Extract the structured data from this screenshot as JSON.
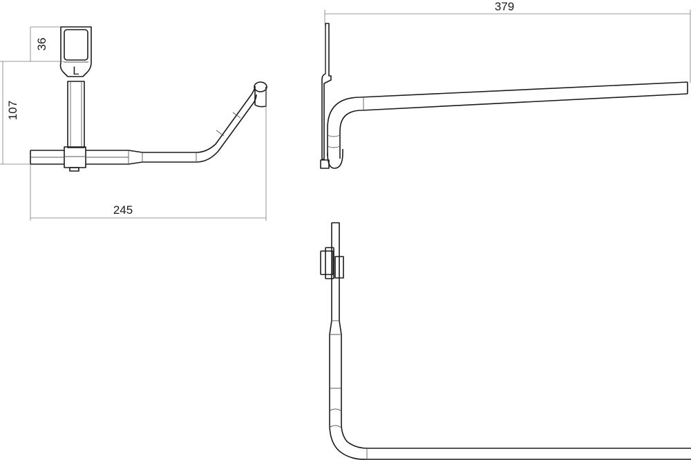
{
  "drawing": {
    "views": [
      "front-view",
      "side-view",
      "top-view"
    ],
    "part_marking": "L",
    "dimensions": {
      "bracket_height": "36",
      "arm_height": "107",
      "overall_width": "245",
      "overall_length": "379"
    },
    "line_color": "#1a1a1a",
    "dimension_line_color": "#777777"
  }
}
